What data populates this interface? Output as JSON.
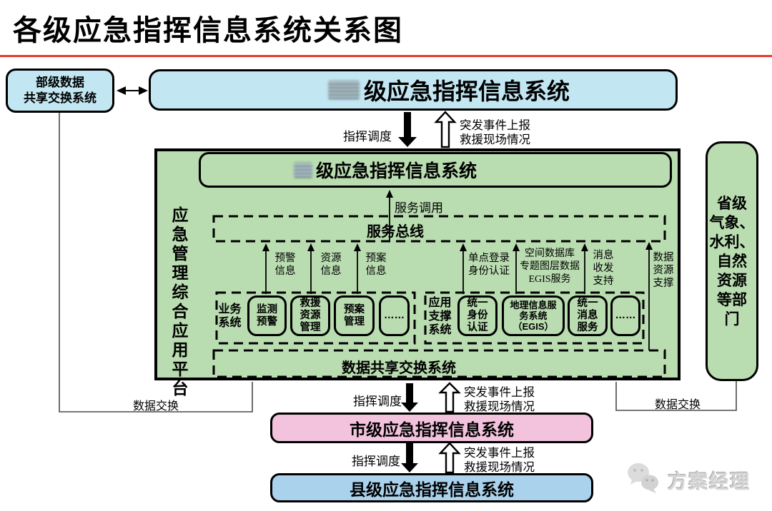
{
  "title": "各级应急指挥信息系统关系图",
  "colors": {
    "accent_line": "#e93a2c",
    "light_blue": "#c2e7f3",
    "blue": "#aad2ec",
    "pink": "#f3c3de",
    "green": "#b9dcb0",
    "border": "#000000"
  },
  "boxes": {
    "ministry_exchange": {
      "lines": [
        "部级数据",
        "共享交换系统"
      ]
    },
    "top_system": {
      "suffix": "级应急指挥信息系统",
      "prefix_state": "redacted"
    },
    "platform": {
      "vertical_title": "应急管理综合应用平台"
    },
    "inner_system": {
      "suffix": "级应急指挥信息系统",
      "prefix_state": "redacted"
    },
    "service_bus": {
      "label": "服务总线"
    },
    "business_group": {
      "label": "业务系统",
      "items": [
        "监测预警",
        "救援资源管理",
        "预案管理",
        "……"
      ]
    },
    "support_group": {
      "label": "应用支撑系统",
      "items": [
        "统一身份认证",
        "地理信息服务系统（EGIS）",
        "统一消息服务",
        "……"
      ]
    },
    "data_share_bus": {
      "label": "数据共享交换系统"
    },
    "city_system": {
      "label": "市级应急指挥信息系统"
    },
    "county_system": {
      "label": "县级应急指挥信息系统"
    },
    "provincial_departments": {
      "lines": [
        "省级",
        "气象、",
        "水利、",
        "自然",
        "资源",
        "等部",
        "门"
      ]
    }
  },
  "labels": {
    "command_dispatch": "指挥调度",
    "incident_report": [
      "突发事件上报",
      "救援现场情况"
    ],
    "service_call": "服务调用",
    "warning_info": "预警信息",
    "resource_info": "资源信息",
    "plan_info": "预案信息",
    "sso": [
      "单点登录",
      "身份认证"
    ],
    "spatial": [
      "空间数据库",
      "专题图层数据",
      "EGIS服务"
    ],
    "message_support": "消息收发支持",
    "data_resource_support": "数据资源支撑",
    "data_exchange": "数据交换"
  },
  "watermark": {
    "text": "方案经理",
    "icon": "wechat-chat-bubbles"
  }
}
